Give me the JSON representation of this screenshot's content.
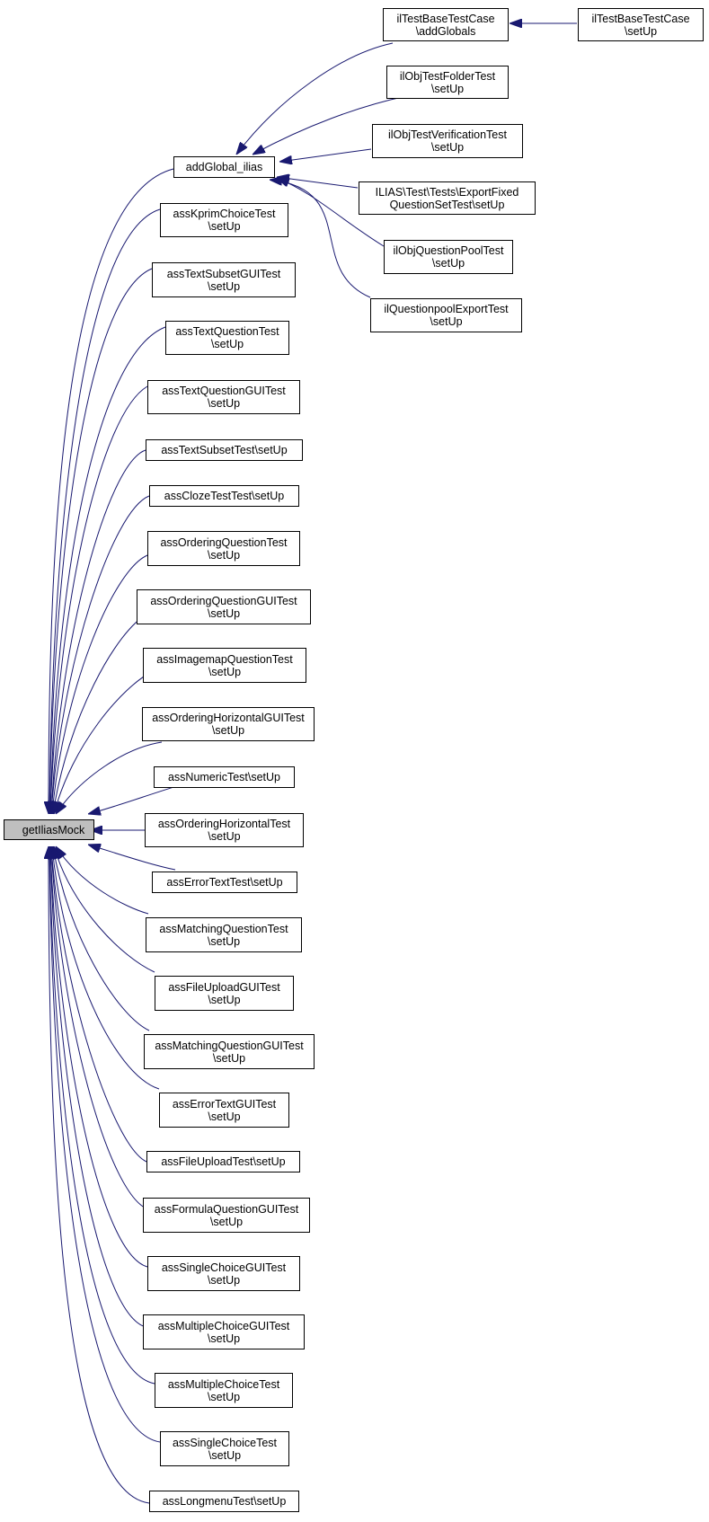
{
  "colors": {
    "edge": "#191970",
    "node_border": "#000000",
    "root_fill": "#bfbfbf"
  },
  "nodes": {
    "root": "getIliasMock",
    "addGlobal_ilias": "addGlobal_ilias",
    "addGlobals": [
      "ilTestBaseTestCase",
      "\\addGlobals"
    ],
    "baseSetUp": [
      "ilTestBaseTestCase",
      "\\setUp"
    ],
    "folderTest": [
      "ilObjTestFolderTest",
      "\\setUp"
    ],
    "verificationTest": [
      "ilObjTestVerificationTest",
      "\\setUp"
    ],
    "exportFixed": [
      "ILIAS\\Test\\Tests\\ExportFixed",
      "QuestionSetTest\\setUp"
    ],
    "questionPoolTest": [
      "ilObjQuestionPoolTest",
      "\\setUp"
    ],
    "poolExport": [
      "ilQuestionpoolExportTest",
      "\\setUp"
    ],
    "kprim": [
      "assKprimChoiceTest",
      "\\setUp"
    ],
    "textSubsetGUI": [
      "assTextSubsetGUITest",
      "\\setUp"
    ],
    "textQuestion": [
      "assTextQuestionTest",
      "\\setUp"
    ],
    "textQuestionGUI": [
      "assTextQuestionGUITest",
      "\\setUp"
    ],
    "textSubset": [
      "assTextSubsetTest\\setUp"
    ],
    "cloze": [
      "assClozeTestTest\\setUp"
    ],
    "ordering": [
      "assOrderingQuestionTest",
      "\\setUp"
    ],
    "orderingGUI": [
      "assOrderingQuestionGUITest",
      "\\setUp"
    ],
    "imagemap": [
      "assImagemapQuestionTest",
      "\\setUp"
    ],
    "orderingHorizGUI": [
      "assOrderingHorizontalGUITest",
      "\\setUp"
    ],
    "numeric": [
      "assNumericTest\\setUp"
    ],
    "orderingHoriz": [
      "assOrderingHorizontalTest",
      "\\setUp"
    ],
    "errorText": [
      "assErrorTextTest\\setUp"
    ],
    "matching": [
      "assMatchingQuestionTest",
      "\\setUp"
    ],
    "fileUploadGUI": [
      "assFileUploadGUITest",
      "\\setUp"
    ],
    "matchingGUI": [
      "assMatchingQuestionGUITest",
      "\\setUp"
    ],
    "errorTextGUI": [
      "assErrorTextGUITest",
      "\\setUp"
    ],
    "fileUpload": [
      "assFileUploadTest\\setUp"
    ],
    "formulaGUI": [
      "assFormulaQuestionGUITest",
      "\\setUp"
    ],
    "singleChoiceGUI": [
      "assSingleChoiceGUITest",
      "\\setUp"
    ],
    "multipleChoiceGUI": [
      "assMultipleChoiceGUITest",
      "\\setUp"
    ],
    "multipleChoice": [
      "assMultipleChoiceTest",
      "\\setUp"
    ],
    "singleChoice": [
      "assSingleChoiceTest",
      "\\setUp"
    ],
    "longmenu": [
      "assLongmenuTest\\setUp"
    ]
  }
}
